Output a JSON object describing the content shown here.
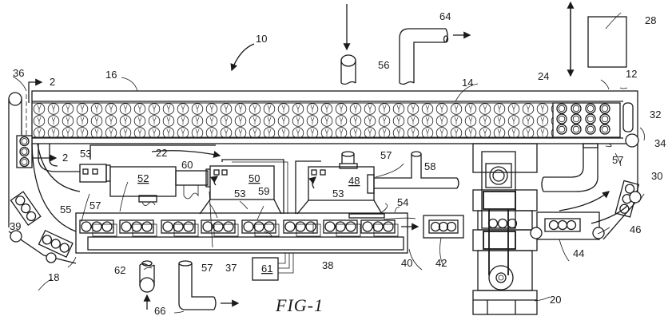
{
  "figure": {
    "title": "FIG-1",
    "ink_color": "#1a1a1a",
    "background": "#ffffff"
  },
  "labels": {
    "system": "10",
    "top_belt_frame": "12",
    "main_conveyor": "14",
    "upper_frame": "16",
    "lower_unit": "18",
    "press": "20",
    "work_stations": "22",
    "loaded_carriers": "24",
    "controller": "28",
    "right_carrier": "30",
    "end_rail": "32",
    "right_roller": "34",
    "left_roller": "36",
    "lower_link": "37",
    "base_conveyor": "38",
    "left_turn": "39",
    "lower_end": "40",
    "output_tray": "42",
    "return_tray": "44",
    "return_belt": "46",
    "station_48": "48",
    "station_50": "50",
    "station_52": "52",
    "sensor": "53",
    "slide": "54",
    "duct_55": "55",
    "inlet_56": "56",
    "seal": "57",
    "pipe_58": "58",
    "hood": "59",
    "duct_60": "60",
    "control_box": "61",
    "inlet_62": "62",
    "outlet_64": "64",
    "outlet_66": "66",
    "section": "2"
  },
  "legend_of_icons": [
    "flow-arrow-icon",
    "section-marker-icon",
    "pipe-icon",
    "roller-icon",
    "carrier-tray-icon"
  ]
}
